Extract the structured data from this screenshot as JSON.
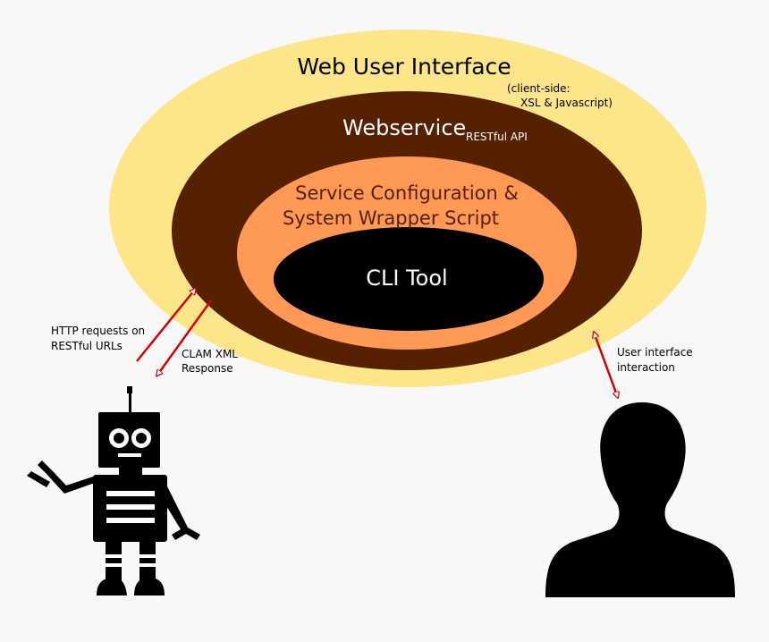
{
  "layers": {
    "web_ui": {
      "title": "Web User Interface",
      "note_line1": "(client-side:",
      "note_line2": "XSL & Javascript)",
      "color": "#fde589"
    },
    "webservice": {
      "title": "Webservice",
      "subtitle": "RESTful API",
      "color": "#552100"
    },
    "service": {
      "line1": "Service Configuration &",
      "line2": "System Wrapper Script",
      "color": "#ff9955",
      "text_color": "#552100"
    },
    "cli": {
      "title": "CLI Tool",
      "color": "#000000"
    }
  },
  "arrows": {
    "http": {
      "line1": "HTTP requests on",
      "line2": "RESTful URLs"
    },
    "clam": {
      "line1": "CLAM XML",
      "line2": "Response"
    },
    "user": {
      "line1": "User interface",
      "line2": "interaction"
    },
    "color": "#d40000"
  },
  "actors": {
    "robot": "robot-icon",
    "user": "user-silhouette-icon"
  }
}
